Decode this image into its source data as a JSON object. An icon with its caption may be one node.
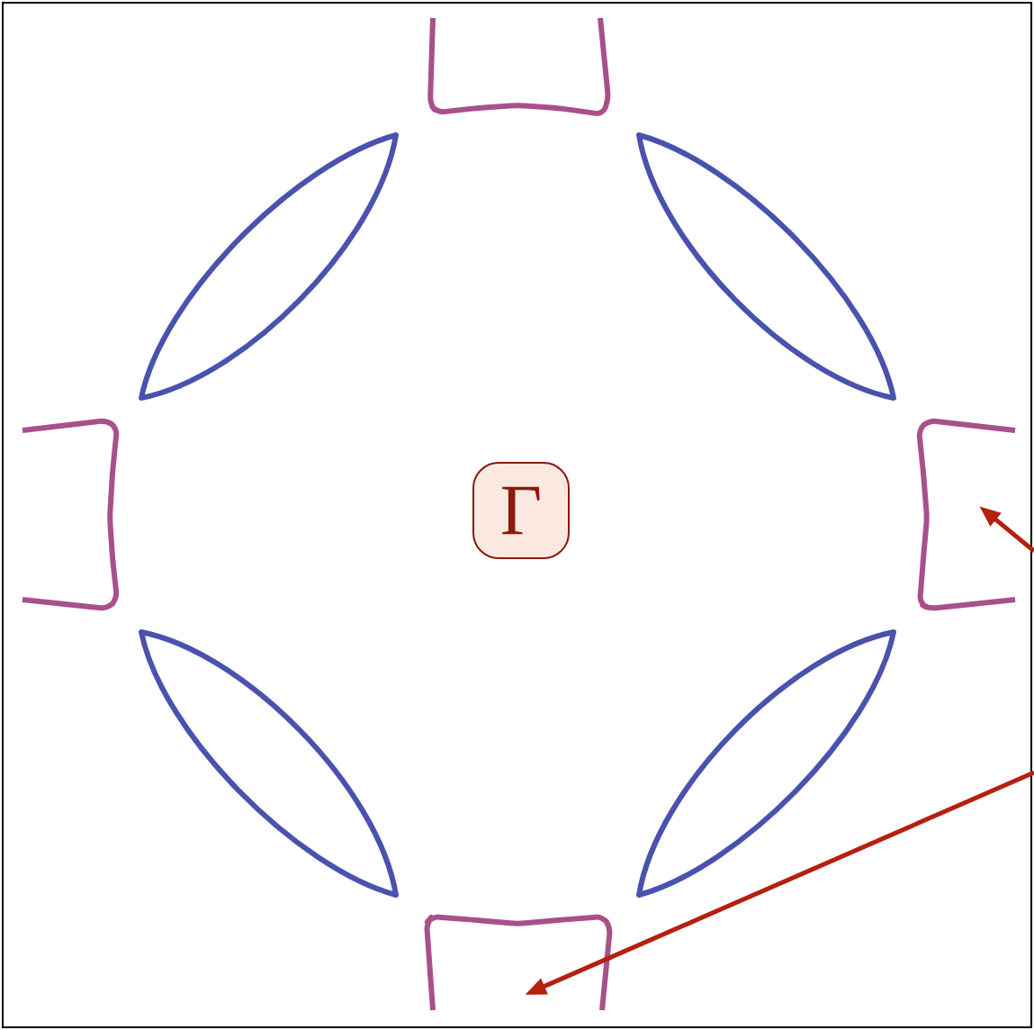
{
  "diagram": {
    "nodes": [
      {
        "text": [
          "Γ"
        ]
      },
      {
        "text": [],
        "shape": "curve"
      },
      {
        "text": [],
        "shape": "curve"
      }
    ],
    "edges": [
      {
        "from": null,
        "to": 1,
        "arrow": "to"
      },
      {
        "from": null,
        "to": 2,
        "arrow": "to"
      }
    ]
  }
}
